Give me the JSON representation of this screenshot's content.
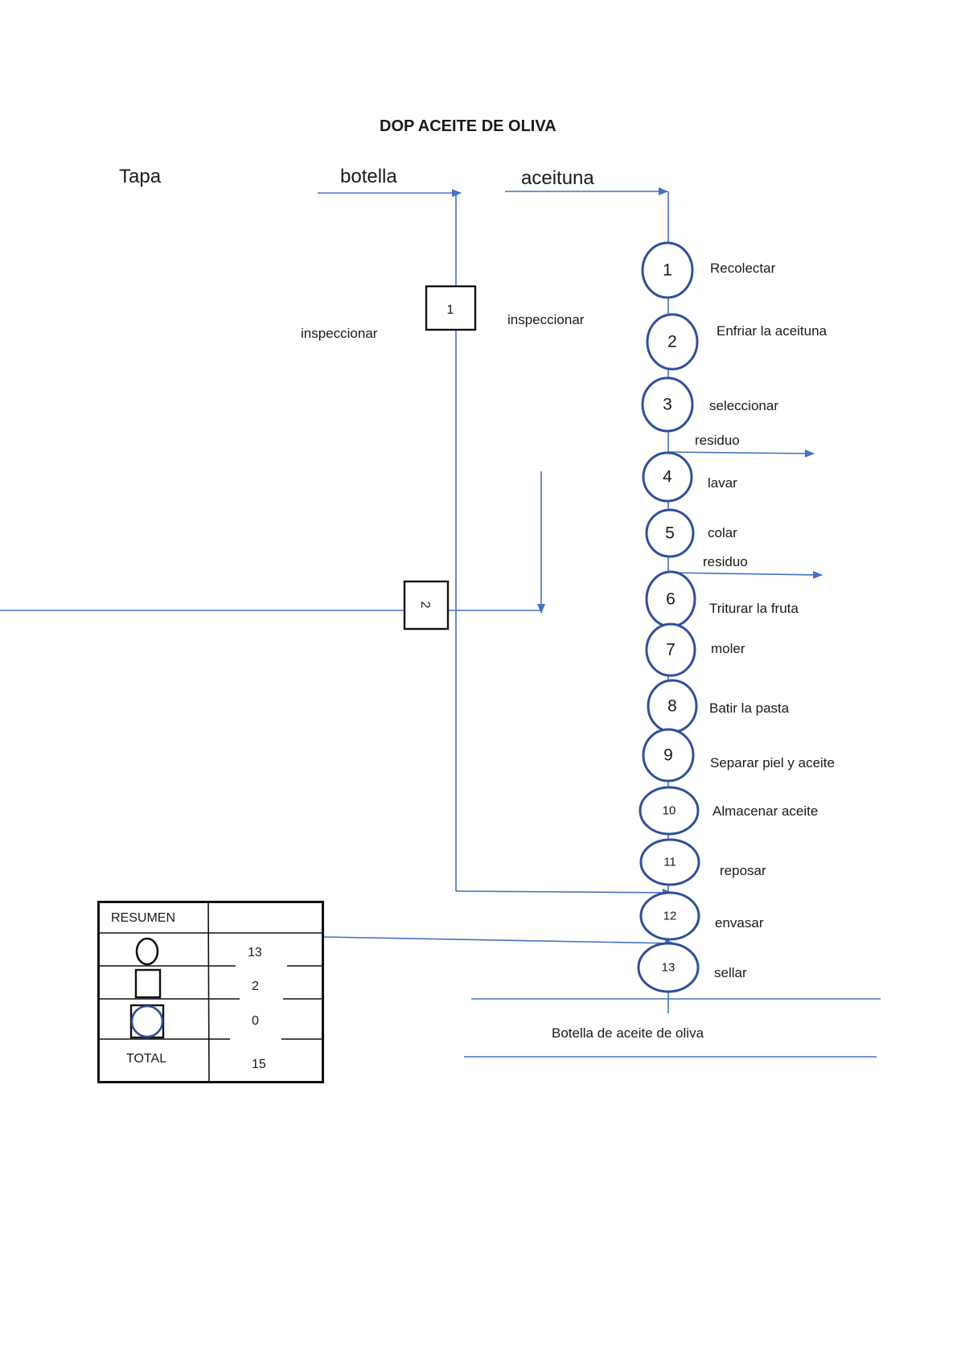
{
  "title": "DOP ACEITE DE OLIVA",
  "inputs": {
    "tapa": "Tapa",
    "botella": "botella",
    "aceituna": "aceituna"
  },
  "inspections": [
    {
      "number": "1",
      "label": "inspeccionar",
      "label2": "inspeccionar"
    },
    {
      "number": "2"
    }
  ],
  "operations": [
    {
      "number": "1",
      "label": "Recolectar"
    },
    {
      "number": "2",
      "label": "Enfriar la aceituna"
    },
    {
      "number": "3",
      "label": "seleccionar"
    },
    {
      "number": "4",
      "label": "lavar"
    },
    {
      "number": "5",
      "label": "colar"
    },
    {
      "number": "6",
      "label": "Triturar la fruta"
    },
    {
      "number": "7",
      "label": "moler"
    },
    {
      "number": "8",
      "label": "Batir la pasta"
    },
    {
      "number": "9",
      "label": "Separar piel y aceite"
    },
    {
      "number": "10",
      "label": "Almacenar aceite"
    },
    {
      "number": "11",
      "label": "reposar"
    },
    {
      "number": "12",
      "label": "envasar"
    },
    {
      "number": "13",
      "label": "sellar"
    }
  ],
  "residues": [
    "residuo",
    "residuo"
  ],
  "output": "Botella de aceite de oliva",
  "summary": {
    "header": "RESUMEN",
    "rows": [
      {
        "symbol": "circle-icon",
        "value": "13"
      },
      {
        "symbol": "square-icon",
        "value": "2"
      },
      {
        "symbol": "circle-in-square-icon",
        "value": "0"
      }
    ],
    "total_label": "TOTAL",
    "total_value": "15"
  },
  "colors": {
    "line": "#4472c4",
    "circle": "#2f4f9e",
    "box": "#111111"
  }
}
